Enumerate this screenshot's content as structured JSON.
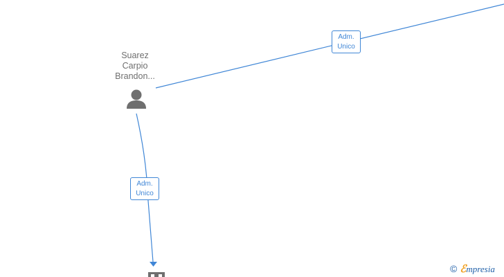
{
  "person": {
    "name_lines": [
      "Suarez",
      "Carpio",
      "Brandon..."
    ],
    "icon": "person-icon"
  },
  "edges": [
    {
      "label_line1": "Adm.",
      "label_line2": "Unico"
    },
    {
      "label_line1": "Adm.",
      "label_line2": "Unico"
    }
  ],
  "company_node": {
    "icon": "building-icon"
  },
  "watermark": {
    "symbol": "©",
    "brand_initial": "ℰ",
    "brand_rest": "mpresia"
  },
  "colors": {
    "edge": "#3f86d6",
    "node_icon": "#6f6f6f",
    "text": "#6f6f6f"
  }
}
